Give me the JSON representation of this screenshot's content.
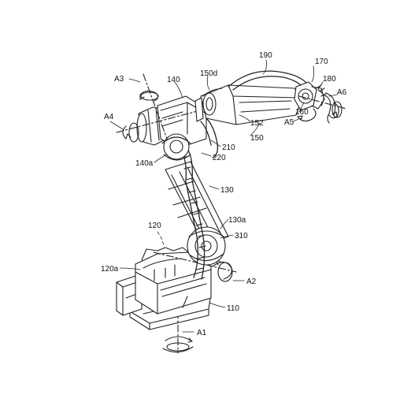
{
  "figure": {
    "labels": {
      "l190": "190",
      "l170": "170",
      "l150d": "150d",
      "l140": "140",
      "l180": "180",
      "lA3": "A3",
      "l160": "160",
      "lA6": "A6",
      "lA4": "A4",
      "lA5": "A5",
      "l152": "152",
      "l150": "150",
      "l210": "210",
      "l140a": "140a",
      "l220": "220",
      "l130": "130",
      "l130a": "130a",
      "l120": "120",
      "l310": "310",
      "l120a": "120a",
      "lA2": "A2",
      "l110": "110",
      "lA1": "A1"
    }
  }
}
